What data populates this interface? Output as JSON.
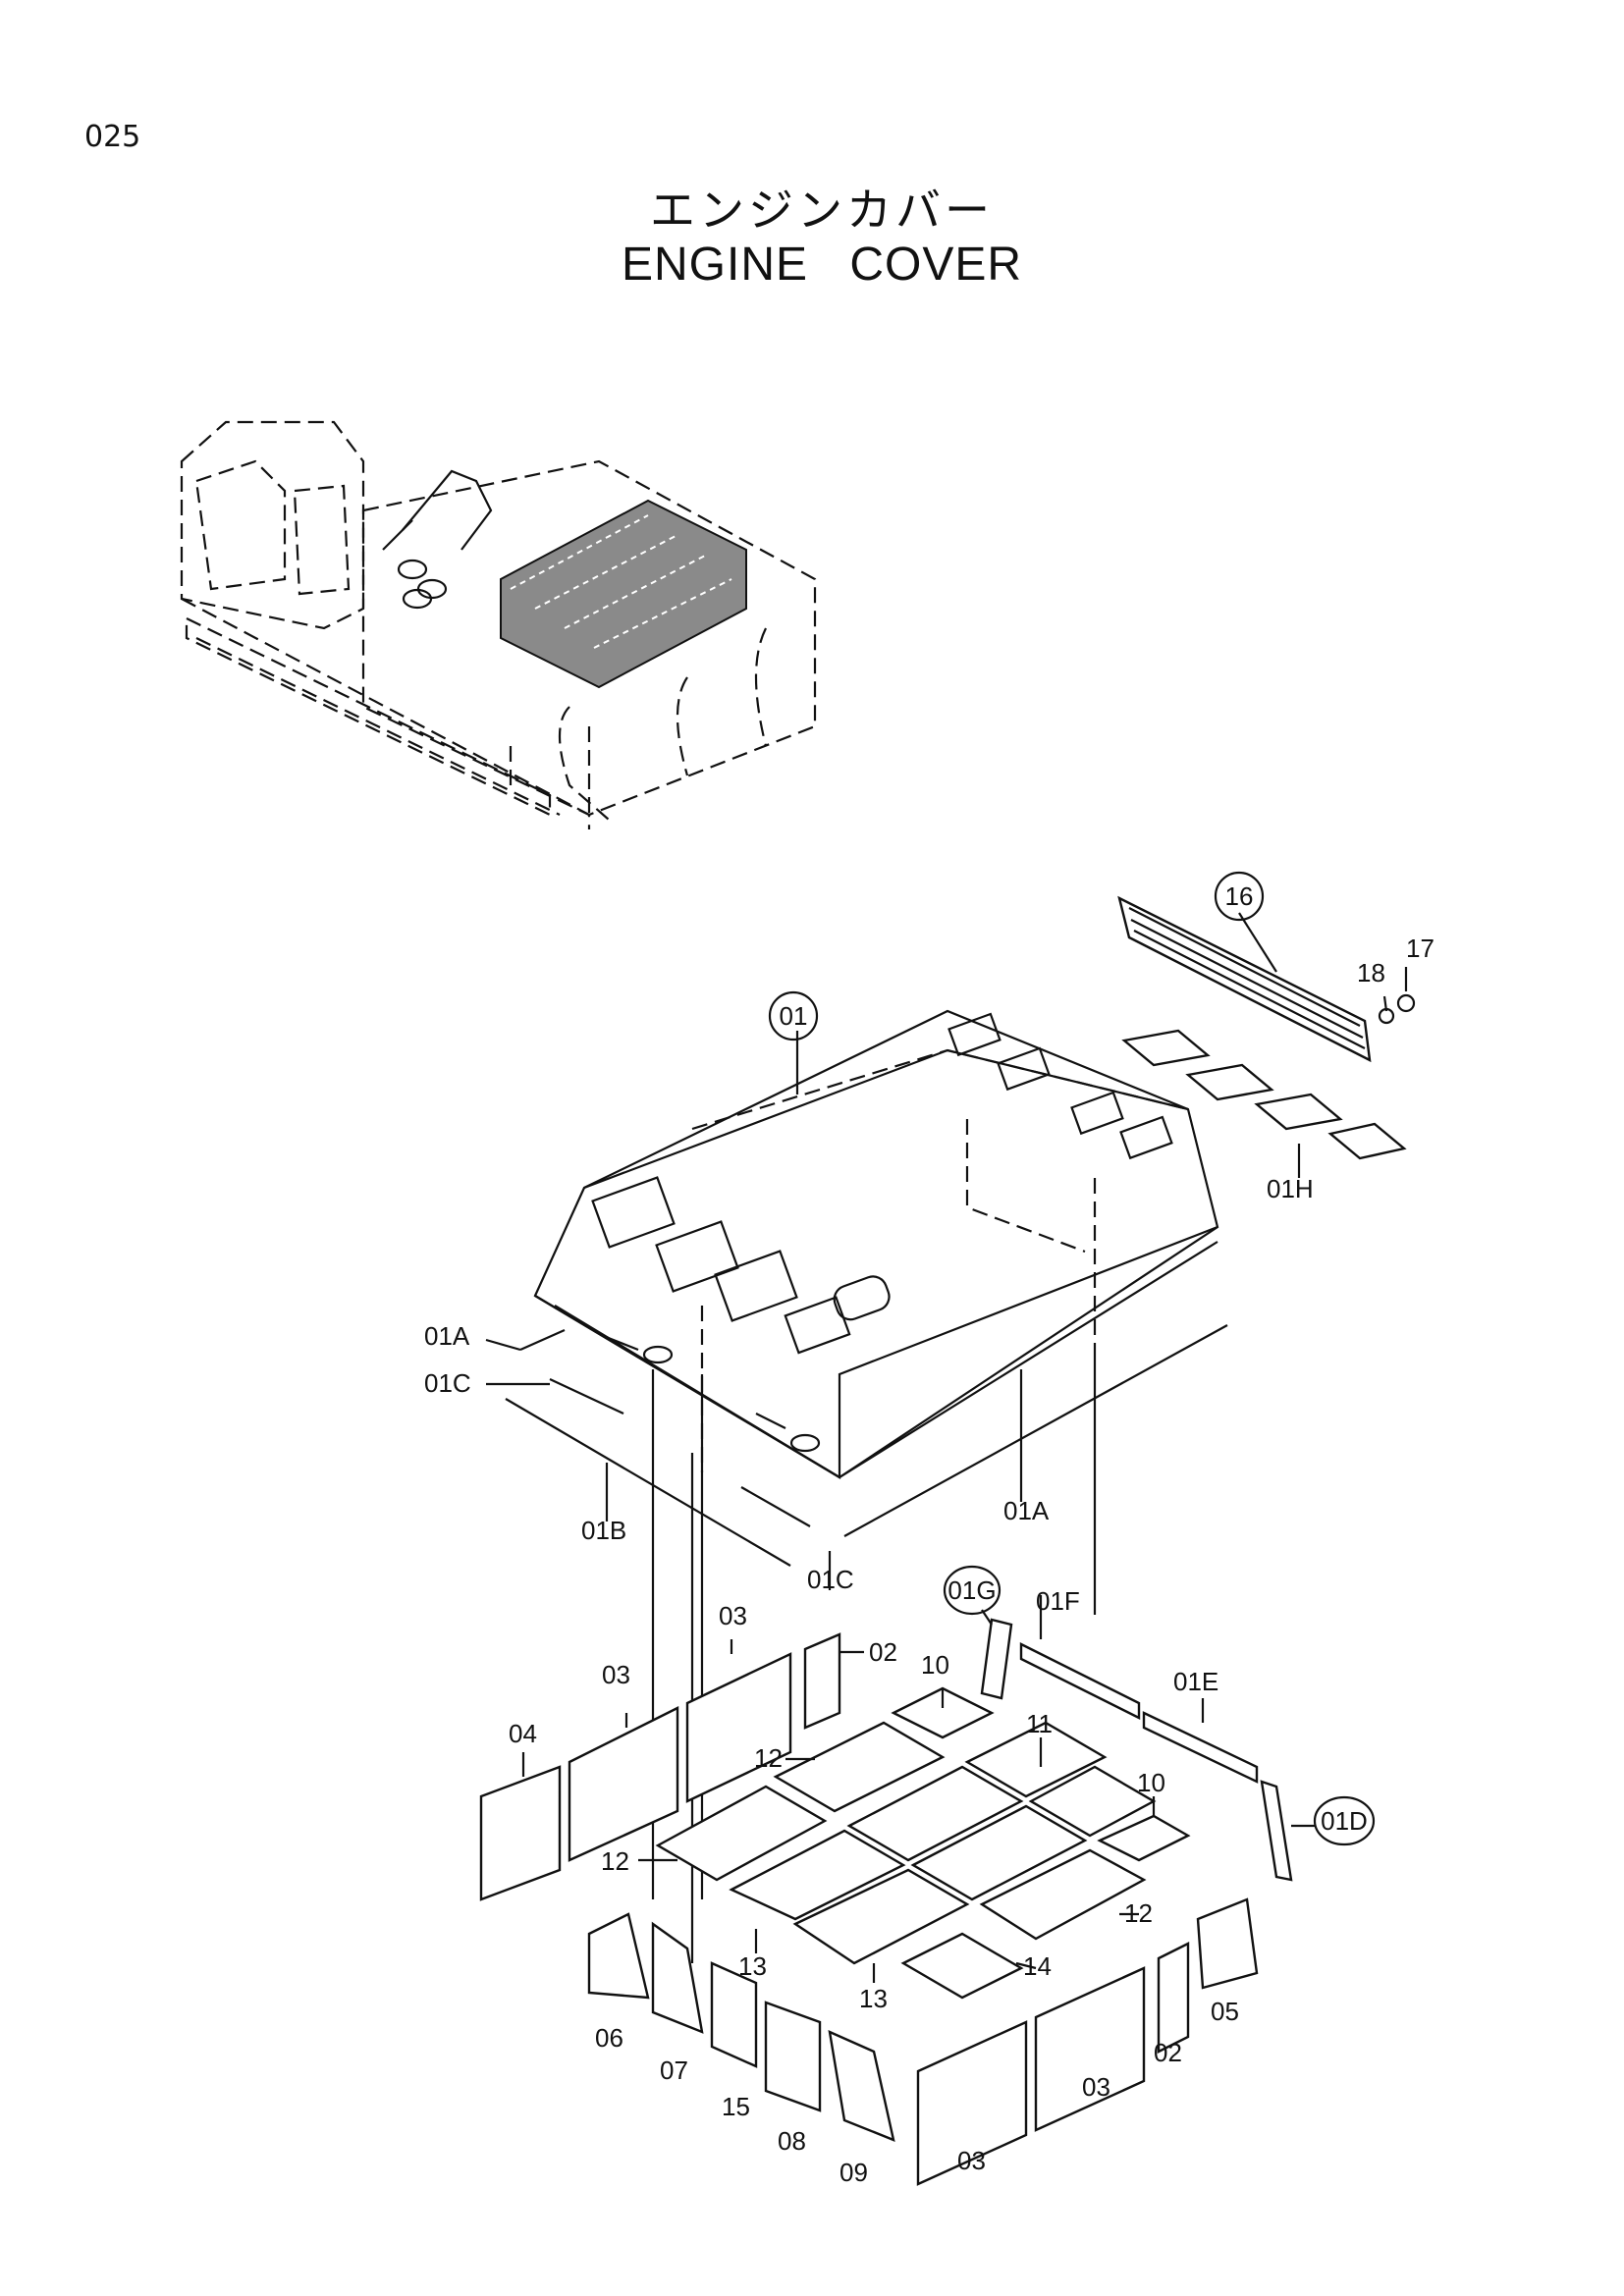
{
  "page_number": "025",
  "title_jp": "エンジンカバー",
  "title_en": "ENGINE COVER",
  "callouts": {
    "c01": "01",
    "c16": "16",
    "c17": "17",
    "c18": "18",
    "c01A_left": "01A",
    "c01A_right": "01A",
    "c01B": "01B",
    "c01C_left": "01C",
    "c01C_right": "01C",
    "c01D": "01D",
    "c01E": "01E",
    "c01F": "01F",
    "c01G": "01G",
    "c01H": "01H",
    "c02_top": "02",
    "c02_bottom": "02",
    "c03_a": "03",
    "c03_b": "03",
    "c03_c": "03",
    "c03_d": "03",
    "c04": "04",
    "c05": "05",
    "c06": "06",
    "c07": "07",
    "c08": "08",
    "c09": "09",
    "c10_a": "10",
    "c10_b": "10",
    "c11": "11",
    "c12_a": "12",
    "c12_b": "12",
    "c12_c": "12",
    "c13_a": "13",
    "c13_b": "13",
    "c14": "14",
    "c15": "15"
  }
}
